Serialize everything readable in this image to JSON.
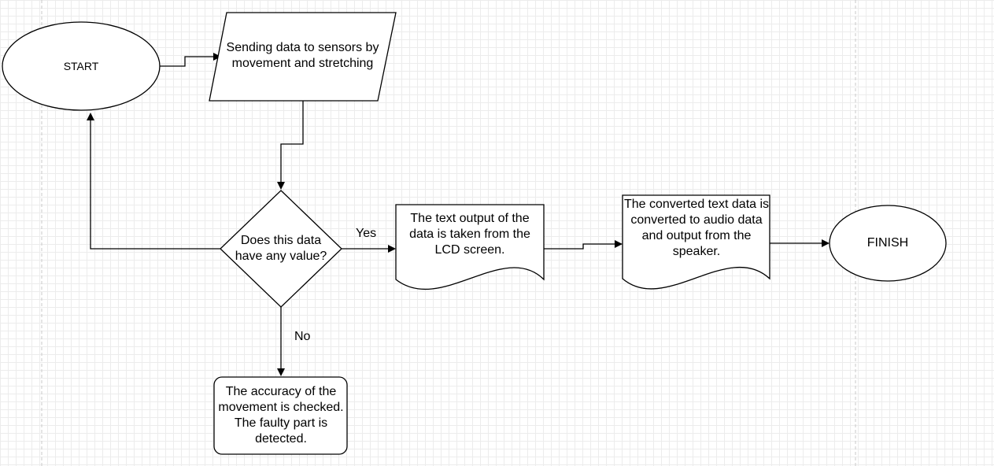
{
  "nodes": {
    "start": "START",
    "send": "Sending data to sensors by movement and stretching",
    "decision": "Does this data have any value?",
    "lcd": "The text output of the data is taken from the LCD screen.",
    "audio": "The converted text data is converted to audio data and output from the speaker.",
    "check": "The accuracy of the movement is checked. The faulty part is detected.",
    "finish": "FINISH"
  },
  "edges": {
    "yes": "Yes",
    "no": "No"
  }
}
